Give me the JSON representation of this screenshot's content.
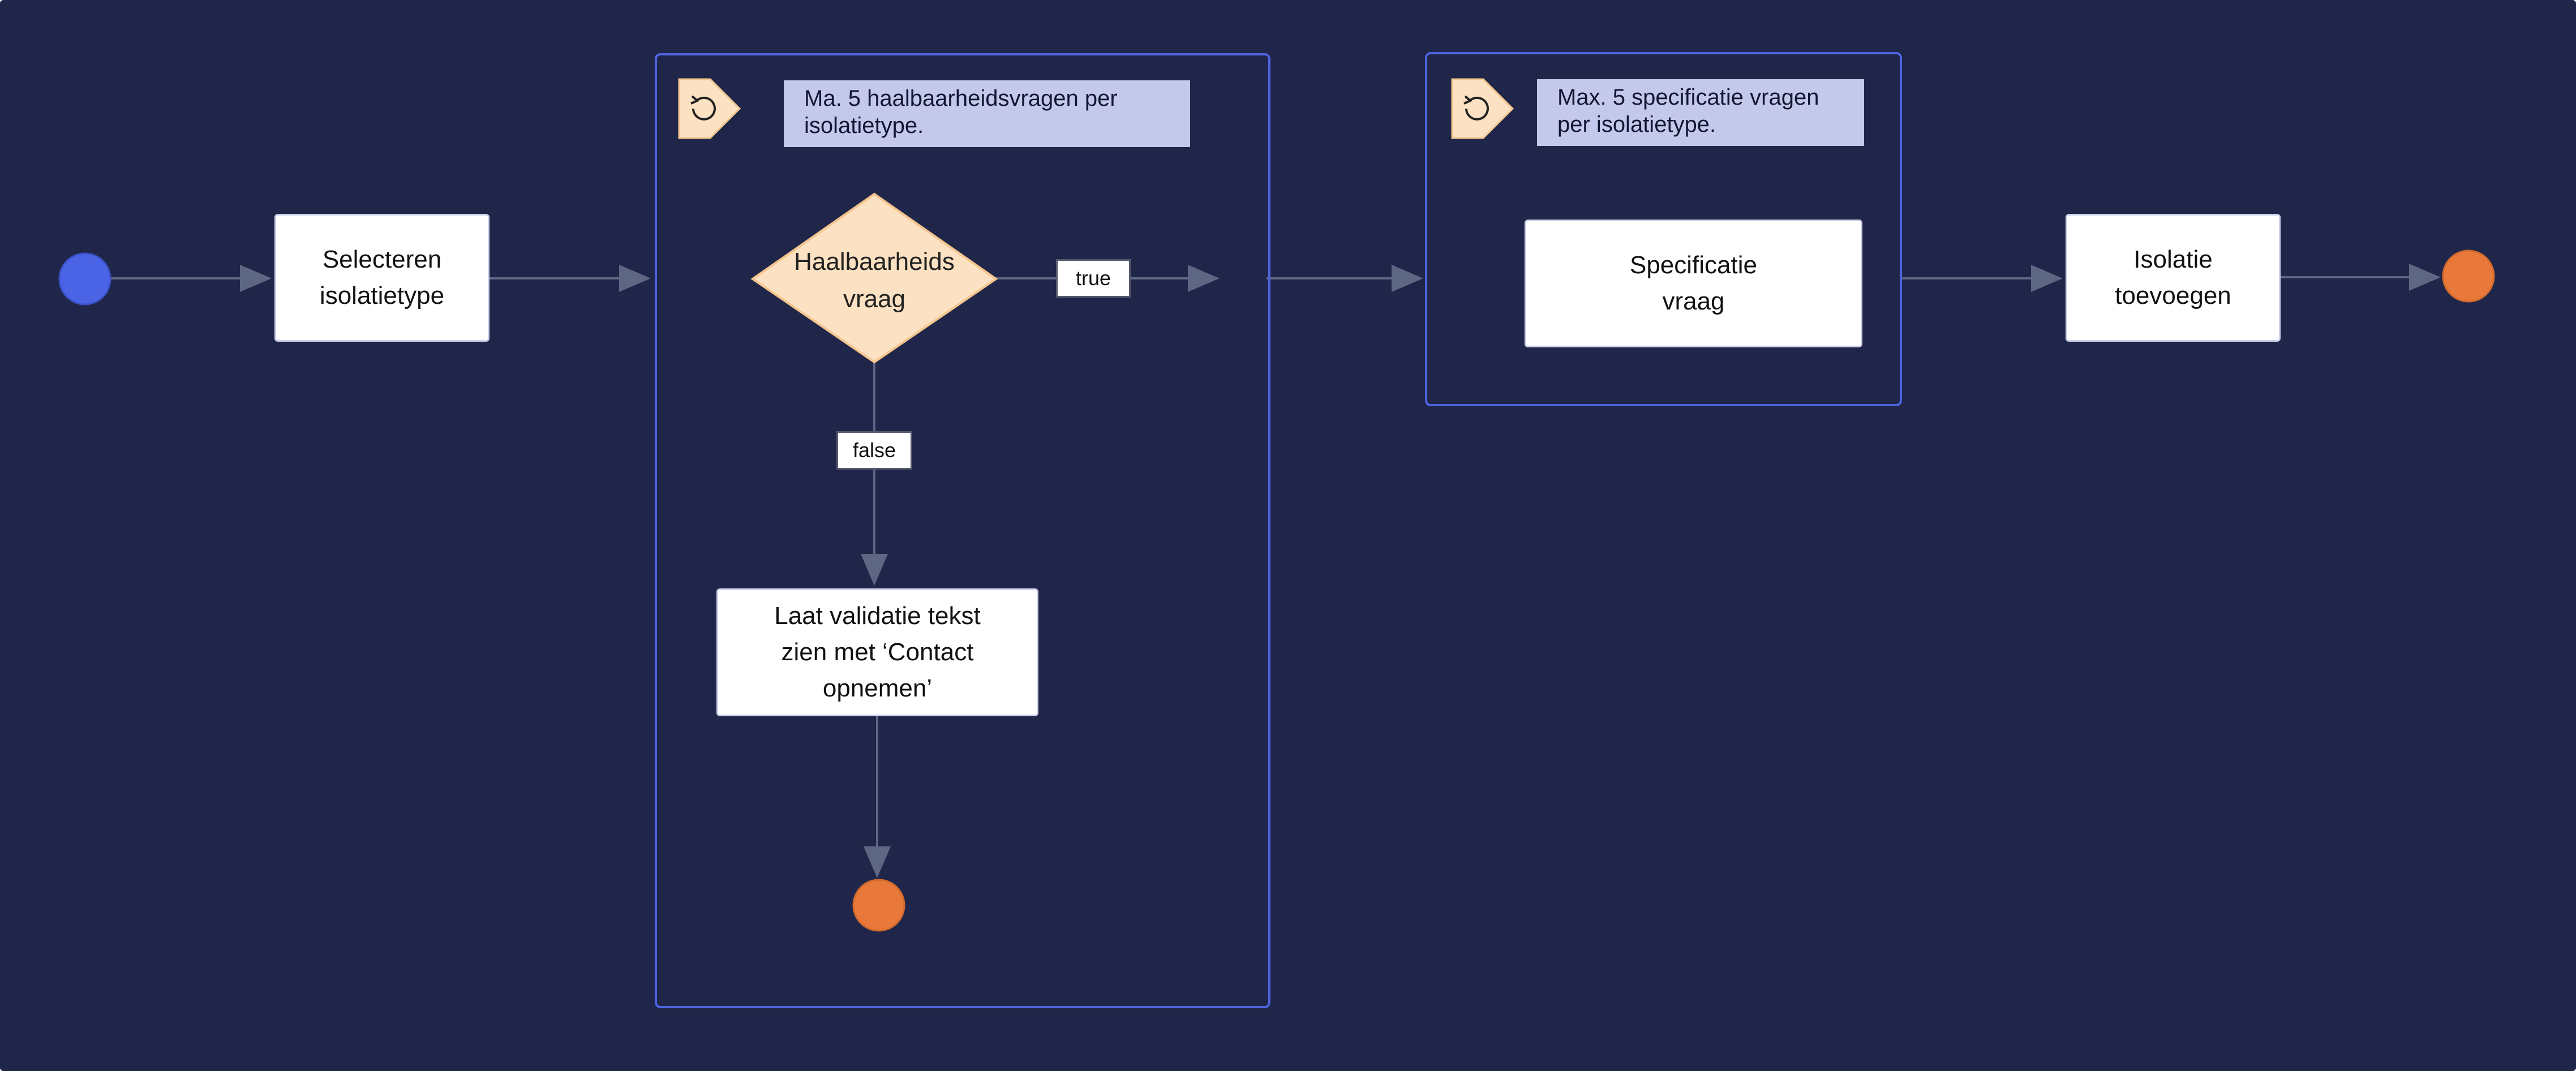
{
  "colors": {
    "background": "#1f2649",
    "frame": "#4d63e0",
    "annotation": "#c4c8ea",
    "start_event": "#4b64e6",
    "end_event": "#e8793a",
    "gateway_fill": "#fce1c2",
    "gateway_stroke": "#f3c48d",
    "flow": "#5d6784"
  },
  "loop1": {
    "annotation_text": "Ma. 5 haalbaarheidsvragen per isolatietype.",
    "marker_icon": "loop-icon"
  },
  "loop2": {
    "annotation_text": "Max. 5 specificatie vragen per isolatietype.",
    "marker_icon": "loop-icon"
  },
  "tasks": {
    "select_type": [
      "Selecteren",
      "isolatietype"
    ],
    "feasibility_gateway": [
      "Haalbaarheids",
      "vraag"
    ],
    "validation_text": [
      "Laat validatie tekst",
      "zien met ‘Contact",
      "opnemen’"
    ],
    "specification": [
      "Specificatie",
      "vraag"
    ],
    "add_isolation": [
      "Isolatie",
      "toevoegen"
    ]
  },
  "edge_labels": {
    "true": "true",
    "false": "false"
  }
}
